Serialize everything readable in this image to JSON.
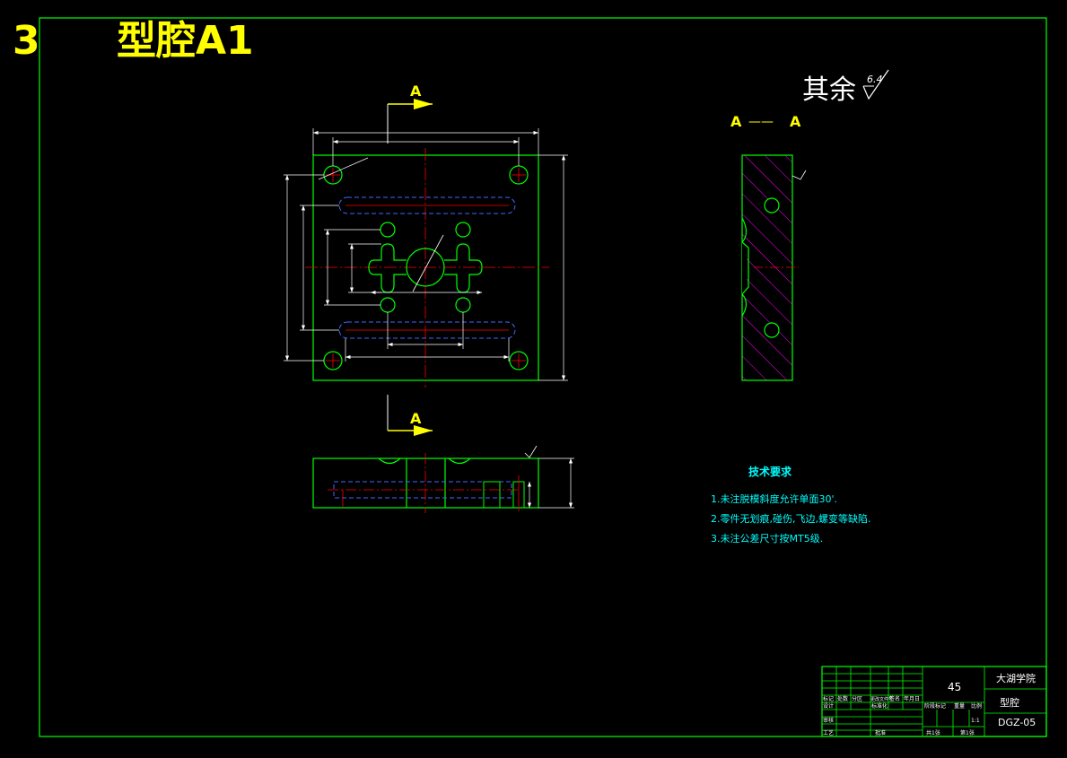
{
  "header": {
    "number": "3",
    "title": "型腔A1"
  },
  "surface_note": {
    "text": "其余",
    "roughness": "6.4"
  },
  "section": {
    "marker": "A",
    "title_left": "A",
    "title_dash": "——",
    "title_right": "A"
  },
  "tech_requirements": {
    "heading": "技术要求",
    "items": [
      "1.未注脱模斜度允许单面30'.",
      "2.零件无划痕,碰伤,飞边,螺变等缺陷.",
      "3.未注公差尺寸按MT5级."
    ]
  },
  "title_block": {
    "material": "45",
    "school": "大湖学院",
    "part_name": "型腔",
    "drawing_no": "DGZ-05",
    "row_labels": [
      "标记",
      "处数",
      "分区",
      "更改文件号",
      "签名",
      "年月日"
    ],
    "labels": {
      "design": "设计",
      "standardize": "标准化",
      "review": "审核",
      "process": "工艺",
      "approve": "批准",
      "stage_mark": "阶段标记",
      "weight": "重量",
      "scale": "比例",
      "scale_value": "1:1",
      "total_sheets": "共1张",
      "sheet": "第1张"
    }
  },
  "colors": {
    "frame": "#00ff00",
    "title": "#ffff00",
    "dimension": "#ffffff",
    "center_line": "#ff0000",
    "hidden_line": "#4466ff",
    "hatch": "#ff00ff",
    "note": "#00ffff"
  }
}
